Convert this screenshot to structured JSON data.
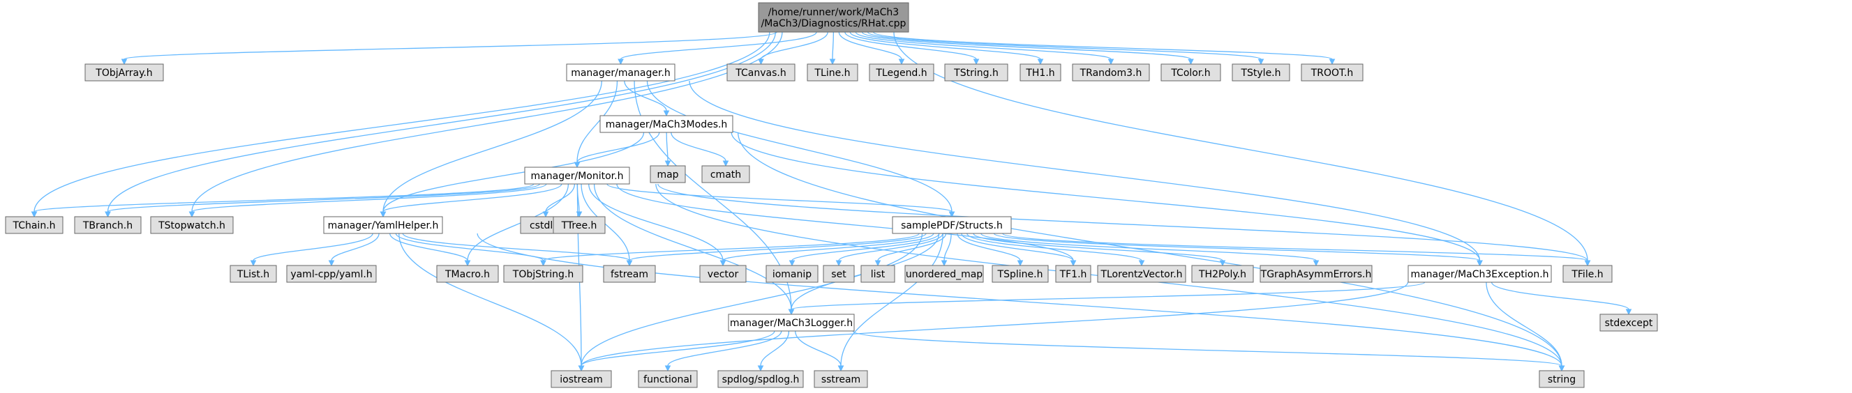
{
  "colors": {
    "root_fill": "#999999",
    "project_fill": "#ffffff",
    "external_fill": "#e0e0e0",
    "node_border": "#666666",
    "edge": "#63b8ff"
  },
  "nodes": [
    {
      "id": "root",
      "label": "/home/runner/work/MaCh3\n/MaCh3/Diagnostics/RHat.cpp",
      "kind": "root"
    },
    {
      "id": "TObjArray",
      "label": "TObjArray.h",
      "kind": "external"
    },
    {
      "id": "TChain",
      "label": "TChain.h",
      "kind": "external"
    },
    {
      "id": "TBranch",
      "label": "TBranch.h",
      "kind": "external"
    },
    {
      "id": "TStopwatch",
      "label": "TStopwatch.h",
      "kind": "external"
    },
    {
      "id": "manager",
      "label": "manager/manager.h",
      "kind": "project"
    },
    {
      "id": "TCanvas",
      "label": "TCanvas.h",
      "kind": "external"
    },
    {
      "id": "TLine",
      "label": "TLine.h",
      "kind": "external"
    },
    {
      "id": "TLegend",
      "label": "TLegend.h",
      "kind": "external"
    },
    {
      "id": "TString",
      "label": "TString.h",
      "kind": "external"
    },
    {
      "id": "TH1",
      "label": "TH1.h",
      "kind": "external"
    },
    {
      "id": "TRandom3",
      "label": "TRandom3.h",
      "kind": "external"
    },
    {
      "id": "TColor",
      "label": "TColor.h",
      "kind": "external"
    },
    {
      "id": "TStyle",
      "label": "TStyle.h",
      "kind": "external"
    },
    {
      "id": "TROOT",
      "label": "TROOT.h",
      "kind": "external"
    },
    {
      "id": "MaCh3Modes",
      "label": "manager/MaCh3Modes.h",
      "kind": "project"
    },
    {
      "id": "map",
      "label": "map",
      "kind": "external"
    },
    {
      "id": "cmath",
      "label": "cmath",
      "kind": "external"
    },
    {
      "id": "Monitor",
      "label": "manager/Monitor.h",
      "kind": "project"
    },
    {
      "id": "cstdlib",
      "label": "cstdlib",
      "kind": "external"
    },
    {
      "id": "TTree",
      "label": "TTree.h",
      "kind": "external"
    },
    {
      "id": "YamlHelper",
      "label": "manager/YamlHelper.h",
      "kind": "project"
    },
    {
      "id": "Structs",
      "label": "samplePDF/Structs.h",
      "kind": "project"
    },
    {
      "id": "TList",
      "label": "TList.h",
      "kind": "external"
    },
    {
      "id": "yamlcpp",
      "label": "yaml-cpp/yaml.h",
      "kind": "external"
    },
    {
      "id": "TMacro",
      "label": "TMacro.h",
      "kind": "external"
    },
    {
      "id": "TObjString",
      "label": "TObjString.h",
      "kind": "external"
    },
    {
      "id": "fstream",
      "label": "fstream",
      "kind": "external"
    },
    {
      "id": "vector",
      "label": "vector",
      "kind": "external"
    },
    {
      "id": "iomanip",
      "label": "iomanip",
      "kind": "external"
    },
    {
      "id": "set",
      "label": "set",
      "kind": "external"
    },
    {
      "id": "list",
      "label": "list",
      "kind": "external"
    },
    {
      "id": "unordered_map",
      "label": "unordered_map",
      "kind": "external"
    },
    {
      "id": "TSpline",
      "label": "TSpline.h",
      "kind": "external"
    },
    {
      "id": "TF1",
      "label": "TF1.h",
      "kind": "external"
    },
    {
      "id": "TLorentzVector",
      "label": "TLorentzVector.h",
      "kind": "external"
    },
    {
      "id": "TH2Poly",
      "label": "TH2Poly.h",
      "kind": "external"
    },
    {
      "id": "TGraphAsymmErrors",
      "label": "TGraphAsymmErrors.h",
      "kind": "external"
    },
    {
      "id": "MaCh3Exception",
      "label": "manager/MaCh3Exception.h",
      "kind": "project"
    },
    {
      "id": "TFile",
      "label": "TFile.h",
      "kind": "external"
    },
    {
      "id": "stdexcept",
      "label": "stdexcept",
      "kind": "external"
    },
    {
      "id": "MaCh3Logger",
      "label": "manager/MaCh3Logger.h",
      "kind": "project"
    },
    {
      "id": "iostream",
      "label": "iostream",
      "kind": "external"
    },
    {
      "id": "functional",
      "label": "functional",
      "kind": "external"
    },
    {
      "id": "spdlog",
      "label": "spdlog/spdlog.h",
      "kind": "external"
    },
    {
      "id": "sstream",
      "label": "sstream",
      "kind": "external"
    },
    {
      "id": "string",
      "label": "string",
      "kind": "external"
    }
  ],
  "edges": [
    [
      "root",
      "TObjArray"
    ],
    [
      "root",
      "TChain"
    ],
    [
      "root",
      "TBranch"
    ],
    [
      "root",
      "TStopwatch"
    ],
    [
      "root",
      "manager"
    ],
    [
      "root",
      "TCanvas"
    ],
    [
      "root",
      "TLine"
    ],
    [
      "root",
      "TLegend"
    ],
    [
      "root",
      "TString"
    ],
    [
      "root",
      "TH1"
    ],
    [
      "root",
      "TRandom3"
    ],
    [
      "root",
      "TColor"
    ],
    [
      "root",
      "TStyle"
    ],
    [
      "root",
      "TROOT"
    ],
    [
      "root",
      "TFile"
    ],
    [
      "manager",
      "MaCh3Modes"
    ],
    [
      "manager",
      "Monitor"
    ],
    [
      "manager",
      "YamlHelper"
    ],
    [
      "manager",
      "Structs"
    ],
    [
      "manager",
      "MaCh3Exception"
    ],
    [
      "manager",
      "MaCh3Logger"
    ],
    [
      "MaCh3Modes",
      "map"
    ],
    [
      "MaCh3Modes",
      "cmath"
    ],
    [
      "MaCh3Modes",
      "Monitor"
    ],
    [
      "MaCh3Modes",
      "YamlHelper"
    ],
    [
      "MaCh3Modes",
      "MaCh3Exception"
    ],
    [
      "MaCh3Modes",
      "string"
    ],
    [
      "Monitor",
      "TChain"
    ],
    [
      "Monitor",
      "TBranch"
    ],
    [
      "Monitor",
      "TStopwatch"
    ],
    [
      "Monitor",
      "cstdlib"
    ],
    [
      "Monitor",
      "TTree"
    ],
    [
      "Monitor",
      "YamlHelper"
    ],
    [
      "Monitor",
      "Structs"
    ],
    [
      "Monitor",
      "TMacro"
    ],
    [
      "Monitor",
      "fstream"
    ],
    [
      "Monitor",
      "vector"
    ],
    [
      "Monitor",
      "MaCh3Logger"
    ],
    [
      "Monitor",
      "iostream"
    ],
    [
      "Monitor",
      "TF1"
    ],
    [
      "Monitor",
      "TFile"
    ],
    [
      "Monitor",
      "string"
    ],
    [
      "YamlHelper",
      "TList"
    ],
    [
      "YamlHelper",
      "yamlcpp"
    ],
    [
      "YamlHelper",
      "TMacro"
    ],
    [
      "YamlHelper",
      "TObjString"
    ],
    [
      "YamlHelper",
      "fstream"
    ],
    [
      "YamlHelper",
      "iostream"
    ],
    [
      "YamlHelper",
      "string"
    ],
    [
      "Structs",
      "TObjString"
    ],
    [
      "Structs",
      "fstream"
    ],
    [
      "Structs",
      "vector"
    ],
    [
      "Structs",
      "iomanip"
    ],
    [
      "Structs",
      "set"
    ],
    [
      "Structs",
      "list"
    ],
    [
      "Structs",
      "unordered_map"
    ],
    [
      "Structs",
      "TSpline"
    ],
    [
      "Structs",
      "TF1"
    ],
    [
      "Structs",
      "TLorentzVector"
    ],
    [
      "Structs",
      "TH2Poly"
    ],
    [
      "Structs",
      "TGraphAsymmErrors"
    ],
    [
      "Structs",
      "MaCh3Exception"
    ],
    [
      "Structs",
      "TFile"
    ],
    [
      "Structs",
      "MaCh3Logger"
    ],
    [
      "Structs",
      "iostream"
    ],
    [
      "Structs",
      "sstream"
    ],
    [
      "MaCh3Exception",
      "stdexcept"
    ],
    [
      "MaCh3Exception",
      "string"
    ],
    [
      "MaCh3Exception",
      "MaCh3Logger"
    ],
    [
      "MaCh3Exception",
      "iostream"
    ],
    [
      "MaCh3Logger",
      "iostream"
    ],
    [
      "MaCh3Logger",
      "functional"
    ],
    [
      "MaCh3Logger",
      "spdlog"
    ],
    [
      "MaCh3Logger",
      "sstream"
    ],
    [
      "MaCh3Logger",
      "string"
    ]
  ]
}
